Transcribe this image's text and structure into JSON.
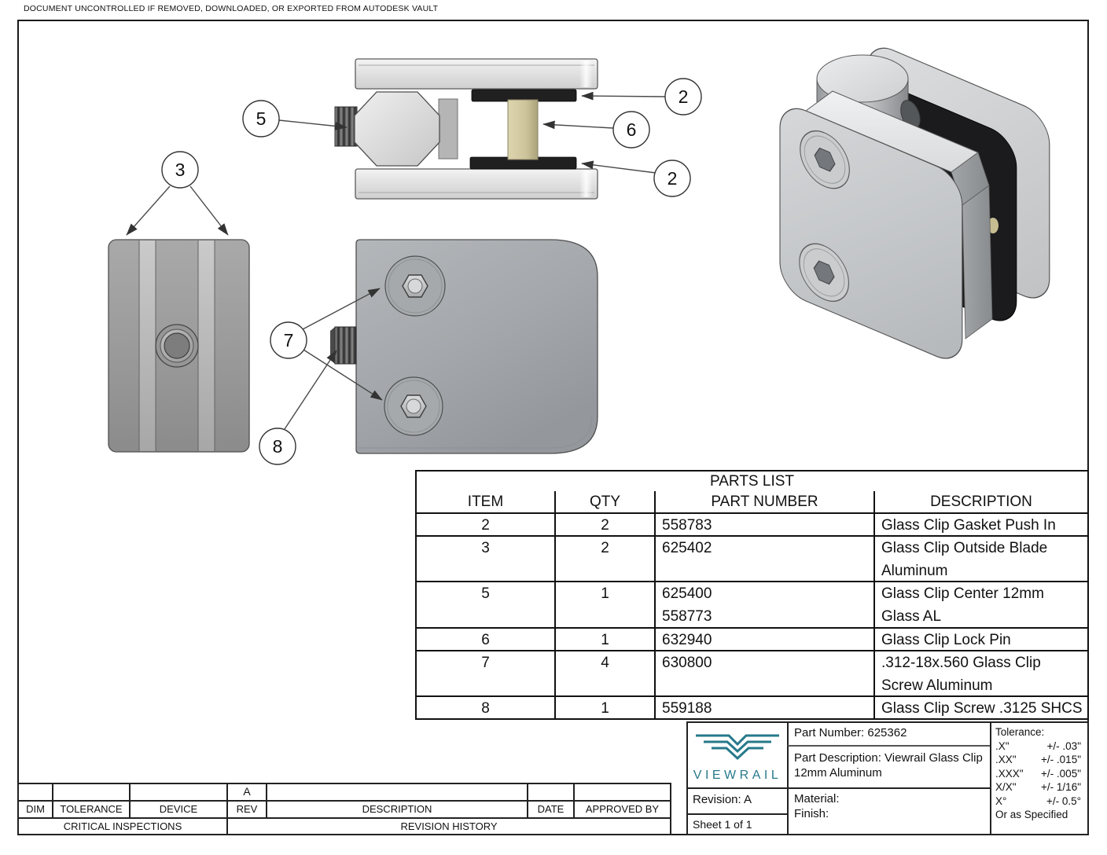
{
  "notice": "DOCUMENT UNCONTROLLED IF REMOVED, DOWNLOADED, OR EXPORTED FROM AUTODESK VAULT",
  "balloons": {
    "b2a": "2",
    "b2b": "2",
    "b3": "3",
    "b5": "5",
    "b6": "6",
    "b7": "7",
    "b8": "8"
  },
  "parts_list": {
    "title": "PARTS LIST",
    "columns": [
      "ITEM",
      "QTY",
      "PART NUMBER",
      "DESCRIPTION"
    ],
    "rows": [
      {
        "item": "2",
        "qty": "2",
        "part_numbers": [
          "558783"
        ],
        "description_lines": [
          "Glass Clip Gasket Push In"
        ]
      },
      {
        "item": "3",
        "qty": "2",
        "part_numbers": [
          "625402"
        ],
        "description_lines": [
          "Glass Clip Outside Blade",
          "Aluminum"
        ]
      },
      {
        "item": "5",
        "qty": "1",
        "part_numbers": [
          "625400",
          "558773"
        ],
        "description_lines": [
          "Glass Clip Center 12mm",
          "Glass AL"
        ]
      },
      {
        "item": "6",
        "qty": "1",
        "part_numbers": [
          "632940"
        ],
        "description_lines": [
          "Glass Clip Lock Pin"
        ]
      },
      {
        "item": "7",
        "qty": "4",
        "part_numbers": [
          "630800"
        ],
        "description_lines": [
          ".312-18x.560 Glass Clip",
          "Screw Aluminum"
        ]
      },
      {
        "item": "8",
        "qty": "1",
        "part_numbers": [
          "559188"
        ],
        "description_lines": [
          "Glass Clip Screw .3125 SHCS"
        ]
      }
    ]
  },
  "title_block": {
    "brand": "VIEWRAIL",
    "brand_color": "#26798b",
    "part_number": "Part Number: 625362",
    "part_description_lines": [
      "Part Description: Viewrail Glass Clip",
      "12mm Aluminum"
    ],
    "revision": "Revision: A",
    "sheet": "Sheet 1 of 1",
    "material_label": "Material:",
    "finish_label": "Finish:",
    "tolerance": {
      "title": "Tolerance:",
      "rows": [
        {
          "dim": ".X\"",
          "value": "+/- .03\""
        },
        {
          "dim": ".XX\"",
          "value": "+/- .015\""
        },
        {
          "dim": ".XXX\"",
          "value": "+/- .005\""
        },
        {
          "dim": "X/X\"",
          "value": "+/- 1/16\""
        },
        {
          "dim": "X°",
          "value": "+/- 0.5°"
        }
      ],
      "footer": "Or as Specified"
    }
  },
  "revision_table": {
    "rev_entry": "A",
    "headers": [
      "DIM",
      "TOLERANCE",
      "DEVICE",
      "REV",
      "DESCRIPTION",
      "DATE",
      "APPROVED BY"
    ],
    "critical_label": "CRITICAL INSPECTIONS",
    "history_label": "REVISION HISTORY"
  }
}
